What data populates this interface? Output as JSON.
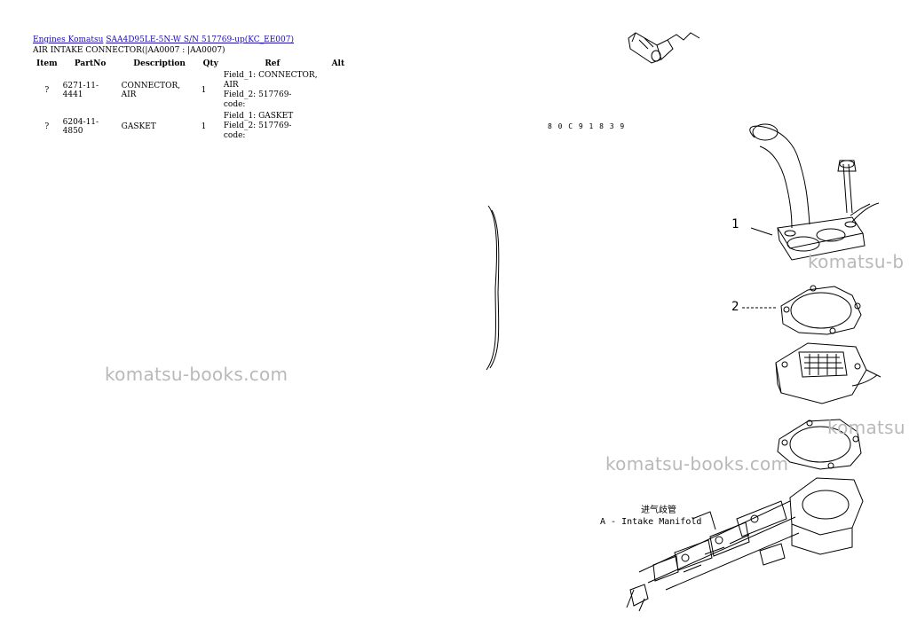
{
  "breadcrumb": {
    "link1": "Engines Komatsu",
    "link2": "SAA4D95LE-5N-W S/N 517769-up(KC_EE007)"
  },
  "page_title": "AIR INTAKE CONNECTOR(|AA0007 : |AA0007)",
  "table": {
    "headers": [
      "Item",
      "PartNo",
      "Description",
      "Qty",
      "Ref",
      "Alt"
    ],
    "rows": [
      {
        "item": "?",
        "partno": "6271-11-4441",
        "description": "CONNECTOR, AIR",
        "qty": "1",
        "ref_line1": "Field_1: CONNECTOR, AIR",
        "ref_line2": "Field_2: 517769-",
        "ref_line3": "code:",
        "alt": ""
      },
      {
        "item": "?",
        "partno": "6204-11-4850",
        "description": "GASKET",
        "qty": "1",
        "ref_line1": "Field_1: GASKET",
        "ref_line2": "Field_2: 517769-",
        "ref_line3": "code:",
        "alt": ""
      }
    ]
  },
  "diagram": {
    "code": "8 0 C 9 1 8 3 9",
    "callout_1": "1",
    "callout_2": "2",
    "chinese_label": "进气歧管",
    "label_a": "A - Intake Manifold"
  },
  "watermarks": {
    "center": "komatsu-books.com",
    "right_lower": "komatsu-books.com",
    "right_top": "komatsu-b",
    "right_mid": "komatsu"
  }
}
